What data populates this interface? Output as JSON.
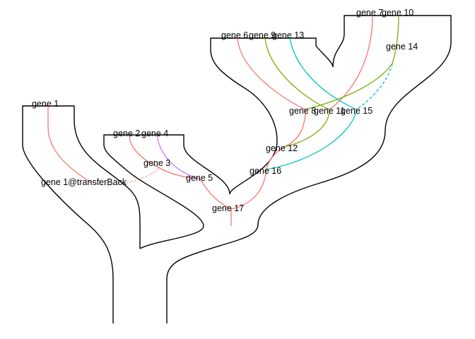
{
  "colors": {
    "outline": "#000000",
    "red": "#F8766D",
    "green": "#7CAE00",
    "cyan": "#00BFC4",
    "purple": "#C77CFF"
  },
  "labels": {
    "gene1": "gene 1",
    "gene1_transfer": "gene 1@transferBack",
    "gene2": "gene 2",
    "gene3": "gene 3",
    "gene4": "gene 4",
    "gene5": "gene 5",
    "gene6": "gene 6",
    "gene7": "gene 7",
    "gene8": "gene 8",
    "gene9": "gene 9",
    "gene10": "gene 10",
    "gene11": "gene 11",
    "gene12": "gene 12",
    "gene13": "gene 13",
    "gene14": "gene 14",
    "gene15": "gene 15",
    "gene16": "gene 16",
    "gene17": "gene 17"
  },
  "edges": [
    {
      "name": "edge-gene1-to-gene1-transfer",
      "color": "red",
      "style": "solid"
    },
    {
      "name": "edge-gene1-transfer-to-gene3",
      "color": "red",
      "style": "dotted"
    },
    {
      "name": "edge-gene2-to-gene3",
      "color": "red",
      "style": "solid"
    },
    {
      "name": "edge-gene3-to-gene5",
      "color": "red",
      "style": "solid"
    },
    {
      "name": "edge-gene4-to-gene5",
      "color": "purple",
      "style": "solid"
    },
    {
      "name": "edge-gene5-to-gene17",
      "color": "red",
      "style": "solid"
    },
    {
      "name": "edge-gene6-to-gene8",
      "color": "red",
      "style": "solid"
    },
    {
      "name": "edge-gene7-to-gene11",
      "color": "red",
      "style": "solid"
    },
    {
      "name": "edge-gene8-to-gene12",
      "color": "red",
      "style": "solid"
    },
    {
      "name": "edge-gene12-to-gene16",
      "color": "red",
      "style": "solid"
    },
    {
      "name": "edge-gene16-to-gene17",
      "color": "red",
      "style": "solid"
    },
    {
      "name": "edge-gene9-to-gene11",
      "color": "green",
      "style": "solid"
    },
    {
      "name": "edge-gene10-to-gene14",
      "color": "green",
      "style": "solid"
    },
    {
      "name": "edge-gene14-to-gene8",
      "color": "green",
      "style": "solid"
    },
    {
      "name": "edge-gene11-to-gene12",
      "color": "green",
      "style": "solid"
    },
    {
      "name": "edge-gene13-to-gene15",
      "color": "cyan",
      "style": "solid"
    },
    {
      "name": "edge-gene14-to-gene15",
      "color": "cyan",
      "style": "dashed"
    },
    {
      "name": "edge-gene15-to-gene16",
      "color": "cyan",
      "style": "solid"
    },
    {
      "name": "edge-gene17-root",
      "color": "red",
      "style": "solid"
    }
  ]
}
